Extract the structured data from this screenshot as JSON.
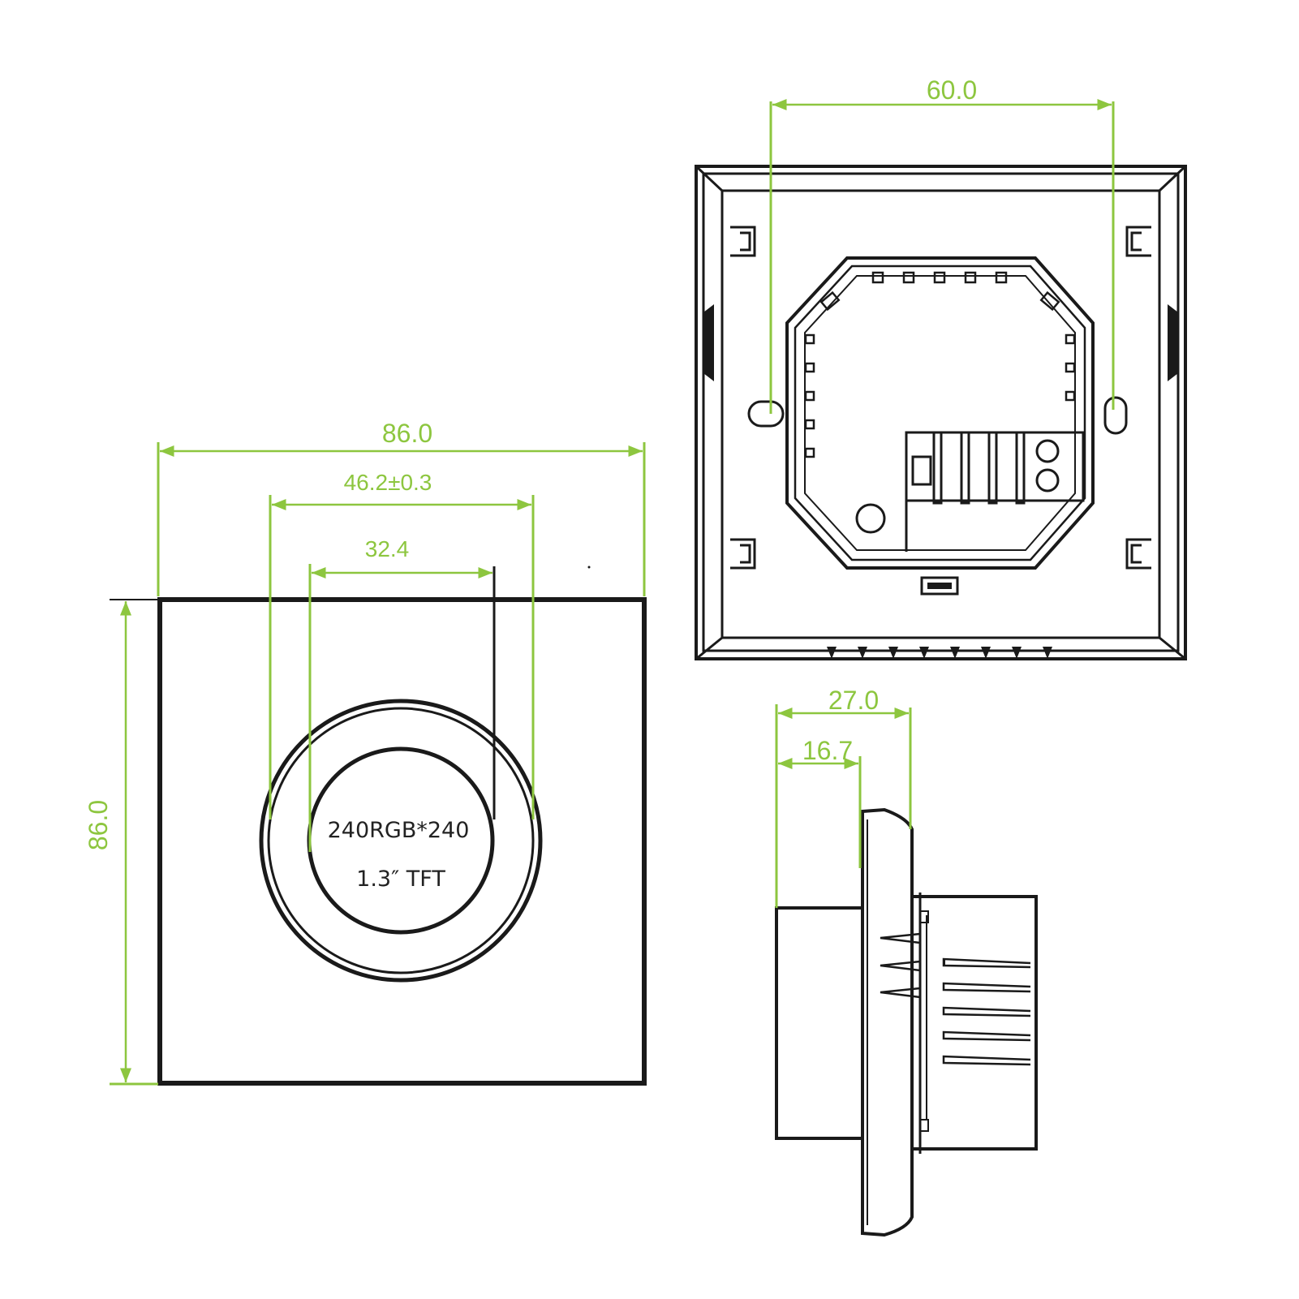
{
  "colors": {
    "dimension": "#8dc63f",
    "outline": "#1a1a1a",
    "background": "#ffffff"
  },
  "front_view": {
    "dim_width": "86.0",
    "dim_height": "86.0",
    "dim_outer_ring": "46.2±0.3",
    "dim_screen": "32.4",
    "screen_resolution": "240RGB*240",
    "screen_size": "1.3″ TFT"
  },
  "back_view": {
    "dim_hole_spacing": "60.0"
  },
  "side_view": {
    "dim_total_depth": "27.0",
    "dim_body_depth": "16.7"
  }
}
